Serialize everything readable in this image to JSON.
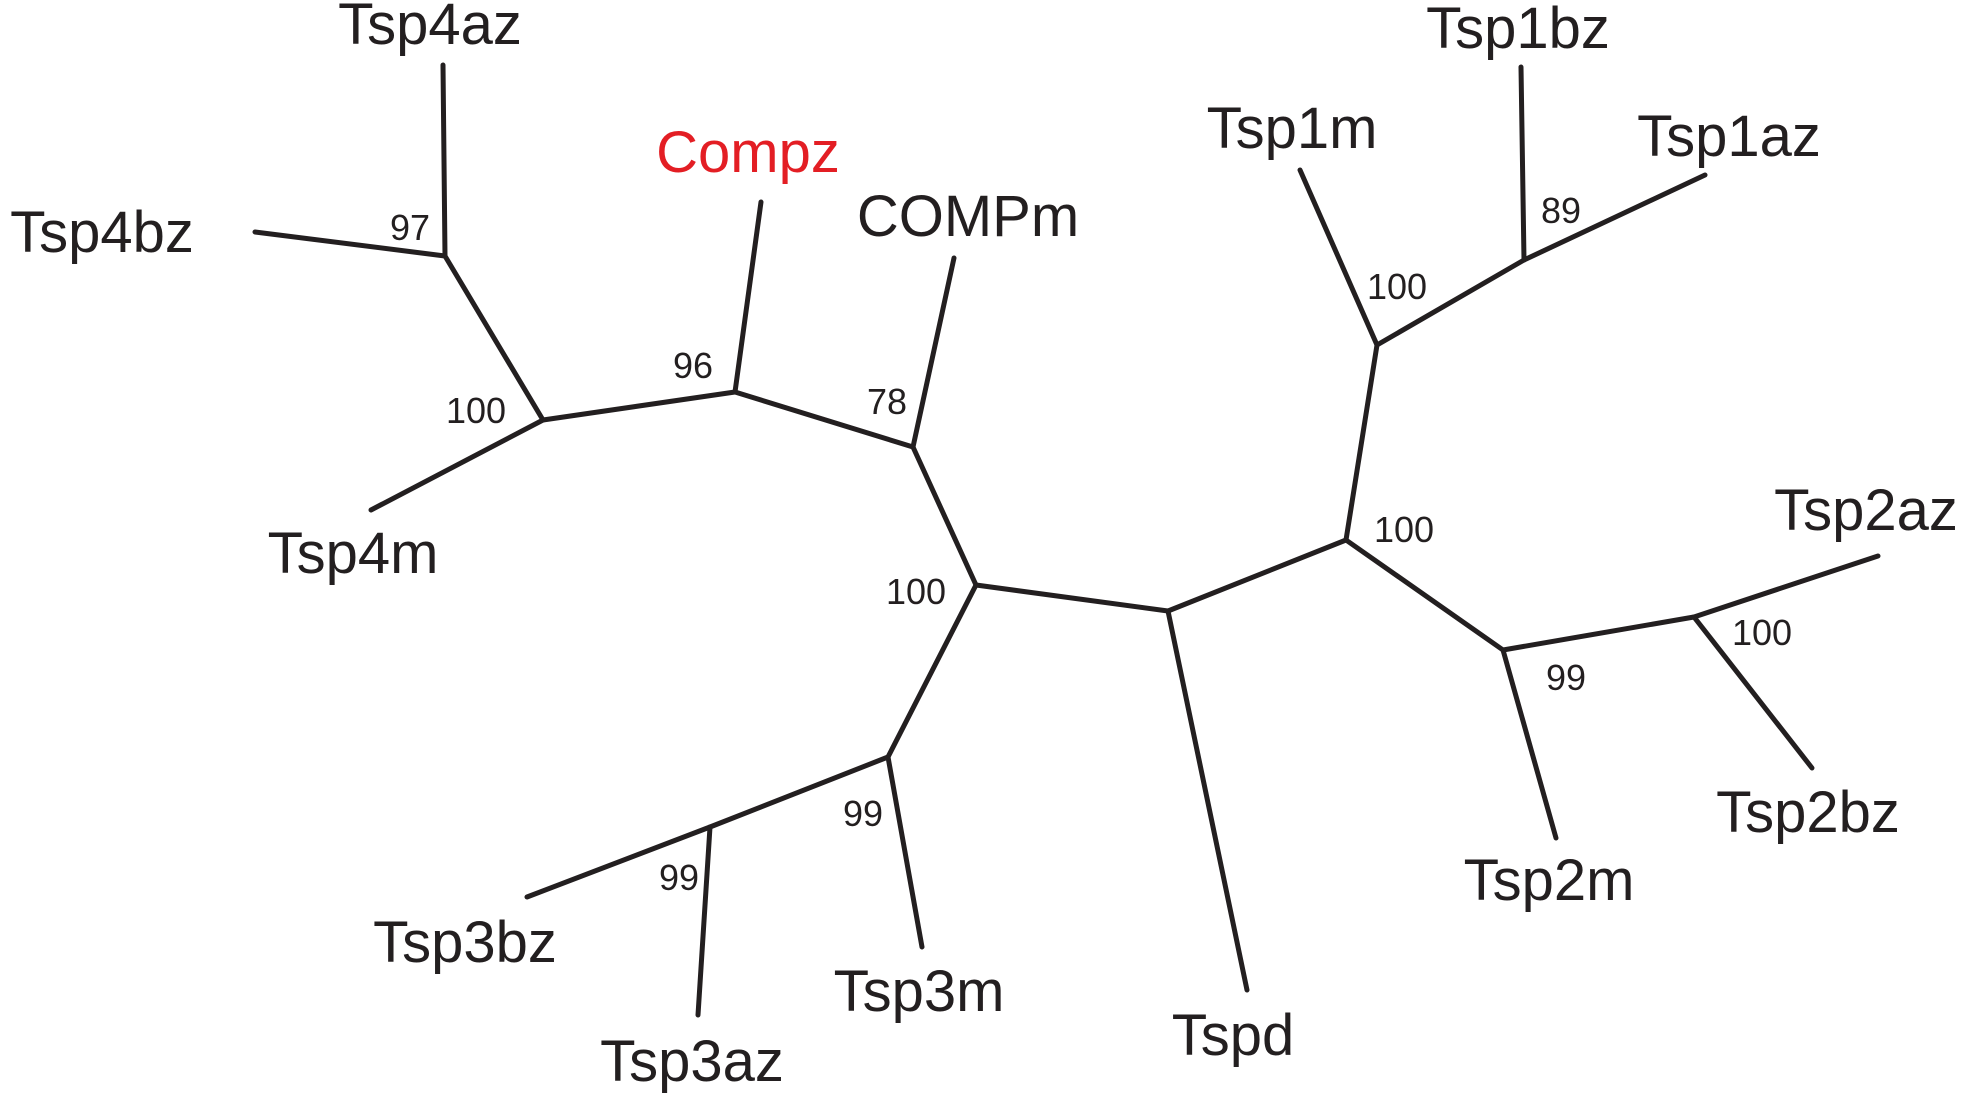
{
  "tree": {
    "highlight_color": "#e31e24",
    "line_color": "#231f20",
    "leaves": {
      "tsp4az": "Tsp4az",
      "tsp4bz": "Tsp4bz",
      "tsp4m": "Tsp4m",
      "compz": "Compz",
      "compm": "COMPm",
      "tsp1m": "Tsp1m",
      "tsp1bz": "Tsp1bz",
      "tsp1az": "Tsp1az",
      "tsp2az": "Tsp2az",
      "tsp2bz": "Tsp2bz",
      "tsp2m": "Tsp2m",
      "tspd": "Tspd",
      "tsp3m": "Tsp3m",
      "tsp3bz": "Tsp3bz",
      "tsp3az": "Tsp3az"
    },
    "supports": {
      "tsp4_pair": "97",
      "tsp4_clade": "100",
      "compz_node": "96",
      "compm_node": "78",
      "comp_tsp34": "100",
      "tsp3_clade": "99",
      "tsp3_pair": "99",
      "tsp1_clade": "100",
      "tsp1_pair": "89",
      "tsp12_clade": "100",
      "tsp2_clade": "99",
      "tsp2_pair": "100"
    }
  }
}
